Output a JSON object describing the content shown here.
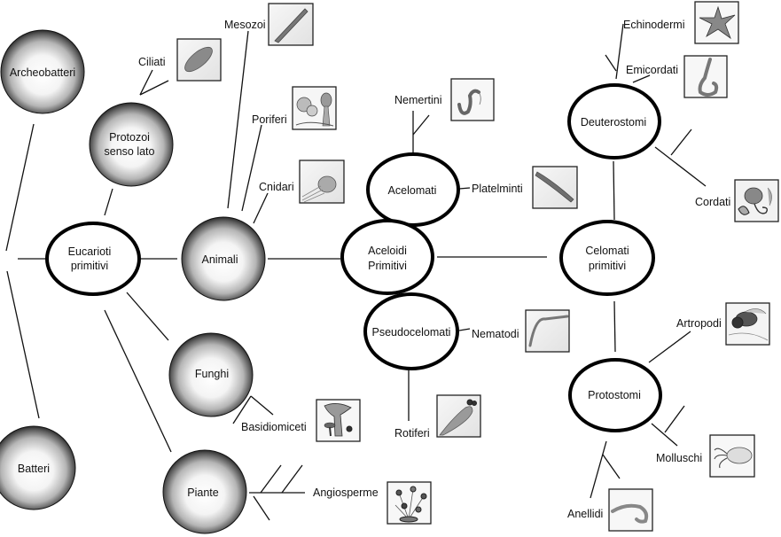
{
  "title": "Albero filogenetico dei viventi",
  "colors": {
    "line": "#111111",
    "sphere_light": "#ffffff",
    "sphere_dark": "#2a2a2a",
    "ellipse_stroke": "#000000"
  },
  "nodes": {
    "archeobatteri": {
      "label": [
        "Archeobatteri"
      ],
      "style": "sphere"
    },
    "batteri": {
      "label": [
        "Batteri"
      ],
      "style": "sphere"
    },
    "protozoi": {
      "label": [
        "Protozoi",
        "senso lato"
      ],
      "style": "sphere"
    },
    "eucarioti": {
      "label": [
        "Eucarioti",
        "primitivi"
      ],
      "style": "ellipse"
    },
    "animali": {
      "label": [
        "Animali"
      ],
      "style": "sphere"
    },
    "funghi": {
      "label": [
        "Funghi"
      ],
      "style": "sphere"
    },
    "piante": {
      "label": [
        "Piante"
      ],
      "style": "sphere"
    },
    "acelomati": {
      "label": [
        "Acelomati"
      ],
      "style": "ellipse"
    },
    "aceloidi": {
      "label": [
        "Aceloidi",
        "Primitivi"
      ],
      "style": "ellipse"
    },
    "pseudocelomati": {
      "label": [
        "Pseudocelomati"
      ],
      "style": "ellipse"
    },
    "celomati": {
      "label": [
        "Celomati",
        "primitivi"
      ],
      "style": "ellipse"
    },
    "deuterostomi": {
      "label": [
        "Deuterostomi"
      ],
      "style": "ellipse"
    },
    "protostomi": {
      "label": [
        "Protostomi"
      ],
      "style": "ellipse"
    }
  },
  "taxa": {
    "ciliati": {
      "label": "Ciliati",
      "icon": "ciliate-icon"
    },
    "mesozoi": {
      "label": "Mesozoi",
      "icon": "mesozoan-icon"
    },
    "poriferi": {
      "label": "Poriferi",
      "icon": "sponge-icon"
    },
    "cnidari": {
      "label": "Cnidari",
      "icon": "jellyfish-icon"
    },
    "nemertini": {
      "label": "Nemertini",
      "icon": "ribbon-worm-icon"
    },
    "platelminti": {
      "label": "Platelminti",
      "icon": "flatworm-icon"
    },
    "nematodi": {
      "label": "Nematodi",
      "icon": "roundworm-icon"
    },
    "rotiferi": {
      "label": "Rotiferi",
      "icon": "rotifer-icon"
    },
    "basidiomiceti": {
      "label": "Basidiomiceti",
      "icon": "mushroom-icon"
    },
    "angiosperme": {
      "label": "Angiosperme",
      "icon": "flowering-plant-icon"
    },
    "echinodermi": {
      "label": "Echinodermi",
      "icon": "starfish-icon"
    },
    "emicordati": {
      "label": "Emicordati",
      "icon": "acorn-worm-icon"
    },
    "cordati": {
      "label": "Cordati",
      "icon": "chordate-icon"
    },
    "artropodi": {
      "label": "Artropodi",
      "icon": "bee-icon"
    },
    "molluschi": {
      "label": "Molluschi",
      "icon": "squid-icon"
    },
    "anellidi": {
      "label": "Anellidi",
      "icon": "earthworm-icon"
    }
  }
}
